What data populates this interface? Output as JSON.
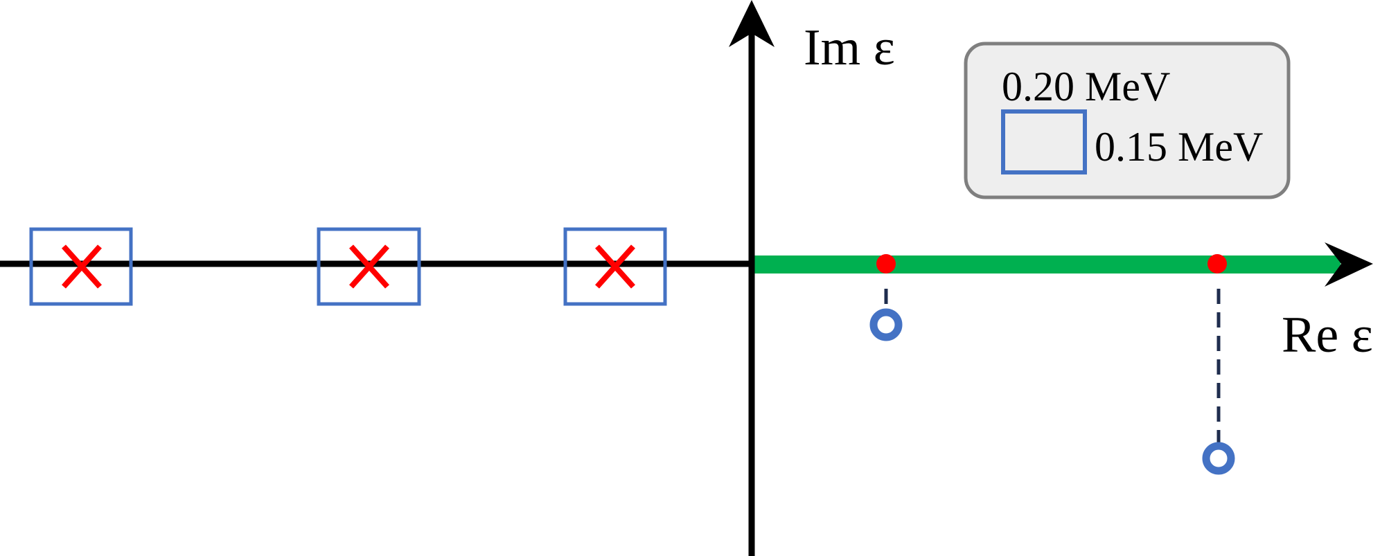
{
  "axes": {
    "imag_label": "Im ε",
    "real_label": "Re ε"
  },
  "legend": {
    "entries": [
      {
        "label": "0.20 MeV",
        "has_symbol": false
      },
      {
        "label": "0.15 MeV",
        "symbol": "blue-square"
      }
    ]
  },
  "colors": {
    "axis": "#000000",
    "cut": "#00b050",
    "cross": "#ff0000",
    "box": "#4472c4",
    "dot": "#ff0000",
    "circle": "#4472c4",
    "dash": "#1f2d4e",
    "legend_fill": "#eeeeee",
    "legend_border": "#7f7f7f"
  },
  "markers": {
    "negative_real_crosses": 3,
    "real_axis_dots": 2,
    "lower_half_plane_circles": 2
  }
}
